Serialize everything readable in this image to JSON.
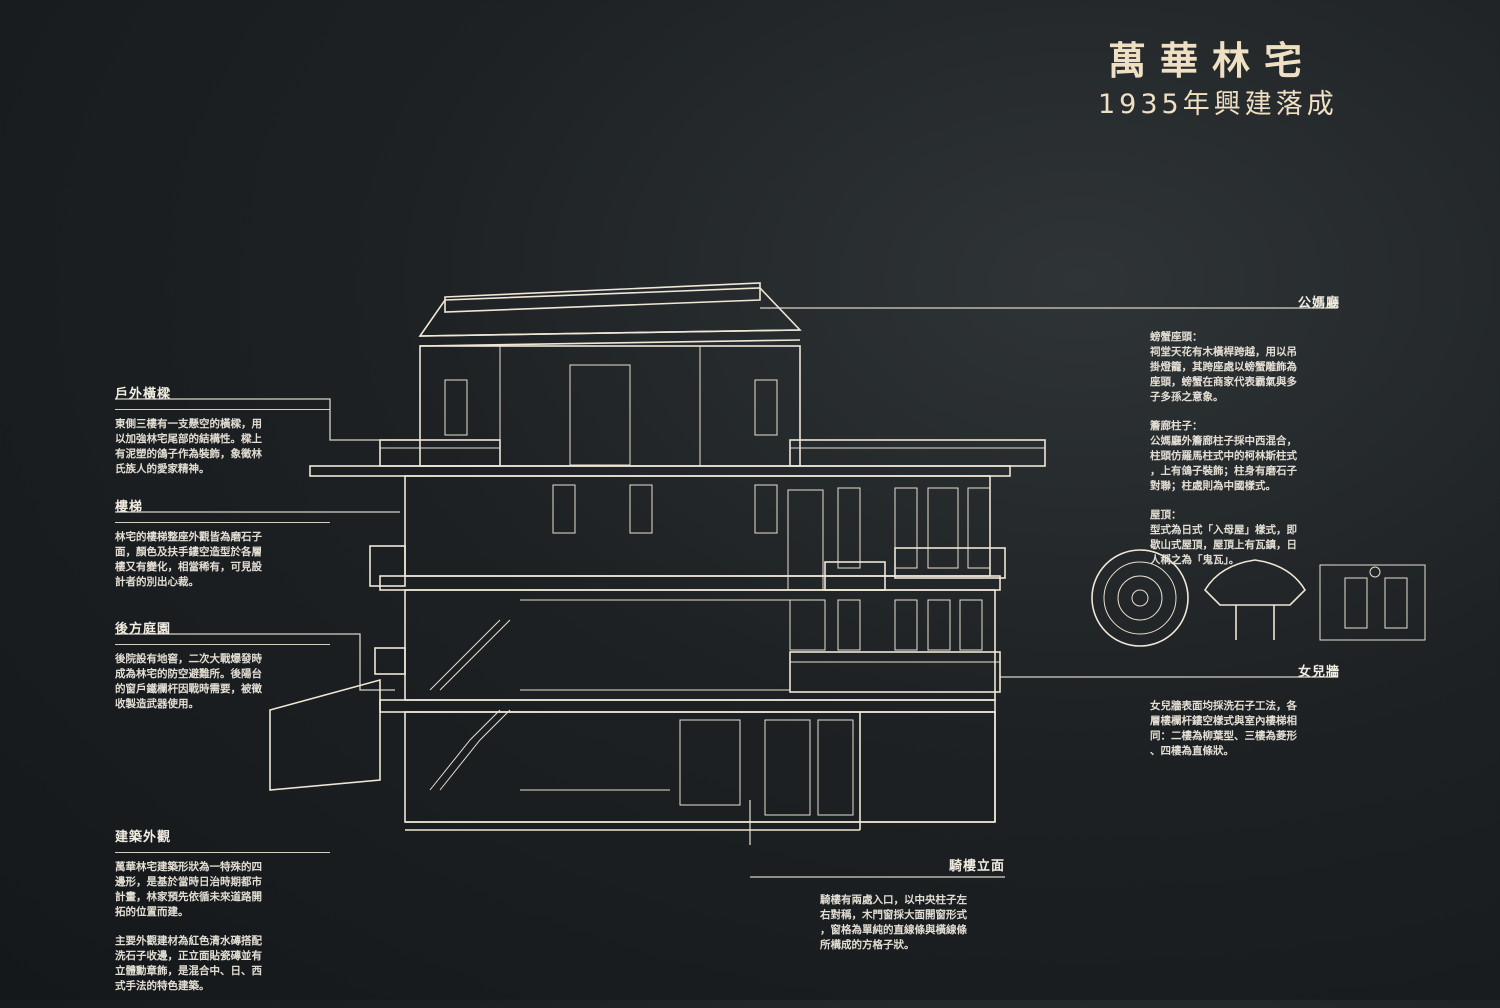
{
  "title": "萬華林宅",
  "subtitle": "1935年興建落成",
  "left_panels": [
    {
      "heading": "戶外橫樑",
      "paragraphs": [
        "東側三樓有一支懸空的橫樑，用\n以加強林宅尾部的結構性。樑上\n有泥塑的鴿子作為裝飾，象徵林\n氏族人的愛家精神。"
      ]
    },
    {
      "heading": "樓梯",
      "paragraphs": [
        "林宅的樓梯整座外觀皆為磨石子\n面，顏色及扶手鏤空造型於各層\n樓又有變化，相當稀有，可見設\n計者的別出心裁。"
      ]
    },
    {
      "heading": "後方庭園",
      "paragraphs": [
        "後院設有地窖，二次大戰爆發時\n成為林宅的防空避難所。後陽台\n的窗戶鐵欄杆因戰時需要，被徵\n收製造武器使用。"
      ]
    },
    {
      "heading": "建築外觀",
      "paragraphs": [
        "萬華林宅建築形狀為一特殊的四\n邊形，是基於當時日治時期都市\n計畫，林家預先依循未來道路開\n拓的位置而建。",
        "主要外觀建材為紅色清水磚搭配\n洗石子收邊，正立面貼瓷磚並有\n立體勳章飾，是混合中、日、西\n式手法的特色建築。"
      ]
    }
  ],
  "right_panels": [
    {
      "heading": "公媽廳",
      "sections": [
        {
          "subtitle": "螃蟹座頭：",
          "text": "祠堂天花有木橫桿跨越，用以吊\n掛燈籠，其跨座處以螃蟹雕飾為\n座頭，螃蟹在商家代表霸氣與多\n子多孫之意象。"
        },
        {
          "subtitle": "簷廊柱子：",
          "text": "公媽廳外簷廊柱子採中西混合，\n柱頭仿羅馬柱式中的柯林斯柱式\n，上有鴿子裝飾；柱身有磨石子\n對聯；柱處則為中國樣式。"
        },
        {
          "subtitle": "屋頂：",
          "text": "型式為日式「入母屋」樣式，即\n歇山式屋頂，屋頂上有瓦鎮，日\n人稱之為「鬼瓦」。"
        }
      ]
    },
    {
      "heading": "女兒牆",
      "paragraphs": [
        "女兒牆表面均採洗石子工法，各\n層樓欄杆鏤空樣式與室內樓梯相\n同：二樓為柳葉型、三樓為菱形\n、四樓為直條狀。"
      ]
    },
    {
      "heading": "騎樓立面",
      "paragraphs": [
        "騎樓有兩處入口，以中央柱子左\n右對稱，木門窗採大面開窗形式\n，窗格為單純的直線條與橫線條\n所構成的方格子狀。"
      ]
    }
  ],
  "colors": {
    "background": "#1d2123",
    "line_art": "#efe6d6",
    "title": "#efe0c4"
  }
}
